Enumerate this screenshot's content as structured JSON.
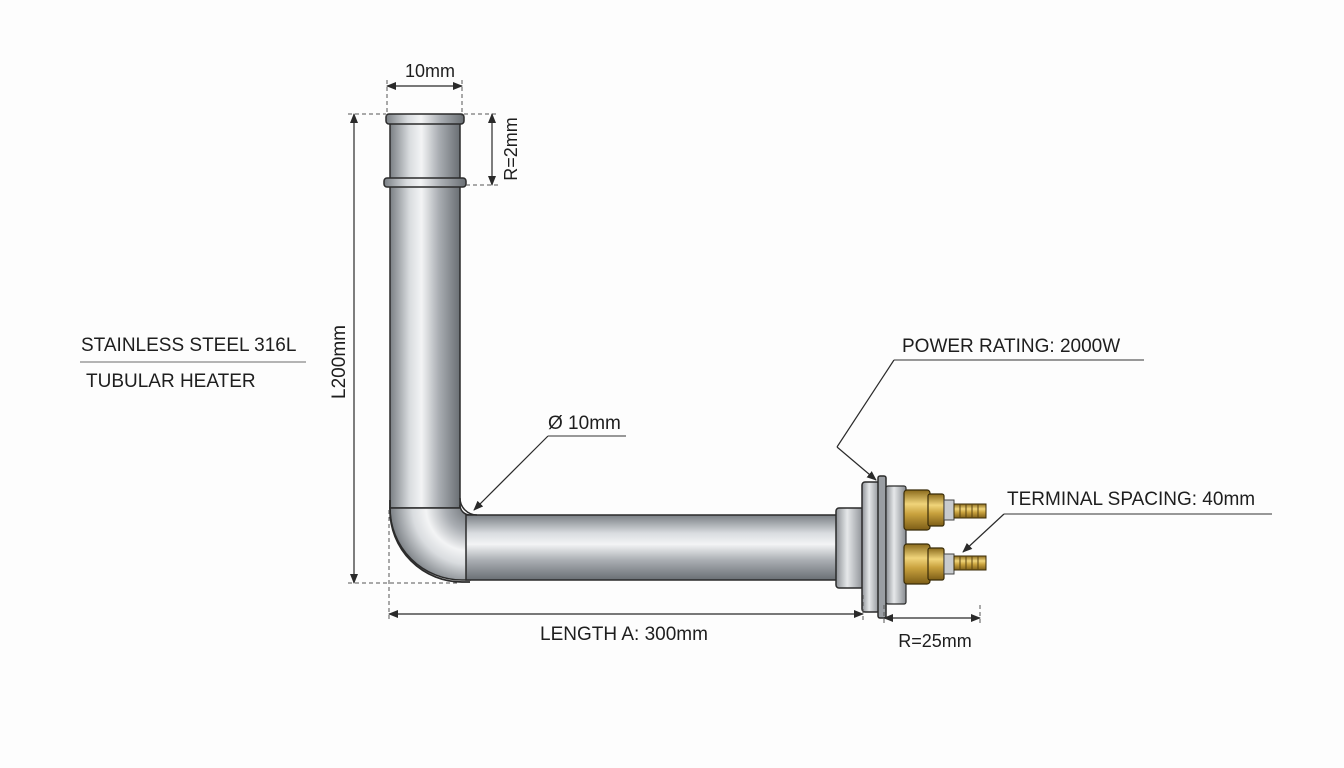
{
  "title": {
    "line1": "STAINLESS STEEL 316L",
    "line2": "TUBULAR HEATER"
  },
  "dimensions": {
    "top_width": "10mm",
    "cap_radius": "R=2mm",
    "vertical_length": "L200mm",
    "tube_diameter": "Ø 10mm",
    "horizontal_length": "LENGTH A: 300mm",
    "flange_radius": "R=25mm"
  },
  "callouts": {
    "power_rating": "POWER RATING: 2000W",
    "terminal_spacing": "TERMINAL SPACING: 40mm"
  },
  "colors": {
    "steel": "#b4b8bd",
    "steel_highlight": "#eef0f2",
    "steel_shadow": "#6d7277",
    "brass": "#c9a23e",
    "outline": "#2b2b2b"
  }
}
